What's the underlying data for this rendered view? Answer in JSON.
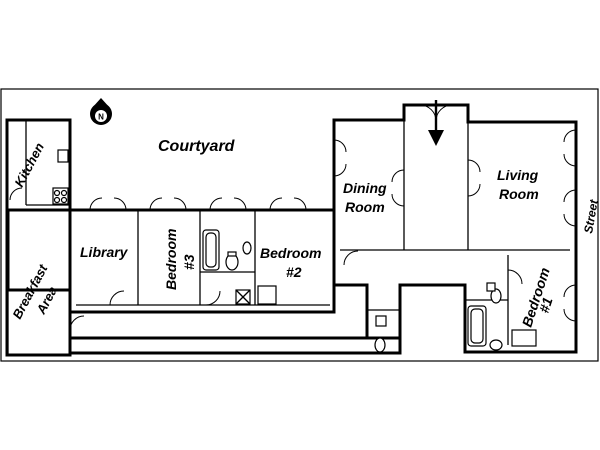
{
  "rooms": {
    "courtyard": "Courtyard",
    "kitchen": "Kitchen",
    "breakfast_line1": "Breakfast",
    "breakfast_line2": "Area",
    "library": "Library",
    "bedroom3_line1": "Bedroom",
    "bedroom3_line2": "#3",
    "bedroom2_line1": "Bedroom",
    "bedroom2_line2": "#2",
    "dining_line1": "Dining",
    "dining_line2": "Room",
    "living_line1": "Living",
    "living_line2": "Room",
    "bedroom1_line1": "Bedroom",
    "bedroom1_line2": "#1",
    "street": "Street"
  },
  "compass": {
    "letter": "N"
  }
}
